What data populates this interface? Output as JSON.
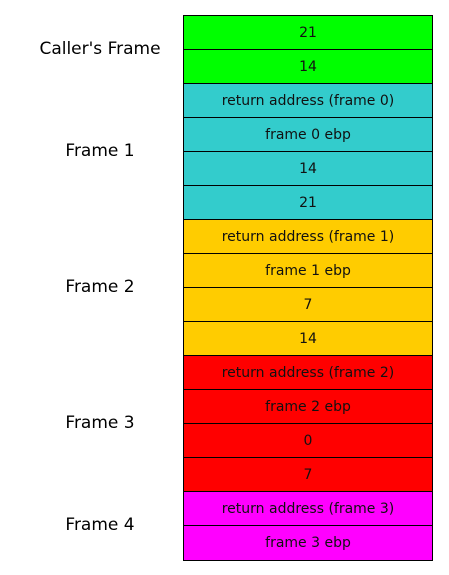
{
  "frames": [
    {
      "label": "Caller's Frame",
      "color": "#00ff00",
      "cells": [
        "21",
        "14"
      ]
    },
    {
      "label": "Frame 1",
      "color": "#33cccc",
      "cells": [
        "return address (frame 0)",
        "frame 0 ebp",
        "14",
        "21"
      ]
    },
    {
      "label": "Frame 2",
      "color": "#ffcc00",
      "cells": [
        "return address (frame 1)",
        "frame 1 ebp",
        "7",
        "14"
      ]
    },
    {
      "label": "Frame 3",
      "color": "#ff0000",
      "cells": [
        "return address (frame 2)",
        "frame 2 ebp",
        "0",
        "7"
      ]
    },
    {
      "label": "Frame 4",
      "color": "#ff00ff",
      "cells": [
        "return address (frame 3)",
        "frame 3 ebp"
      ]
    }
  ]
}
